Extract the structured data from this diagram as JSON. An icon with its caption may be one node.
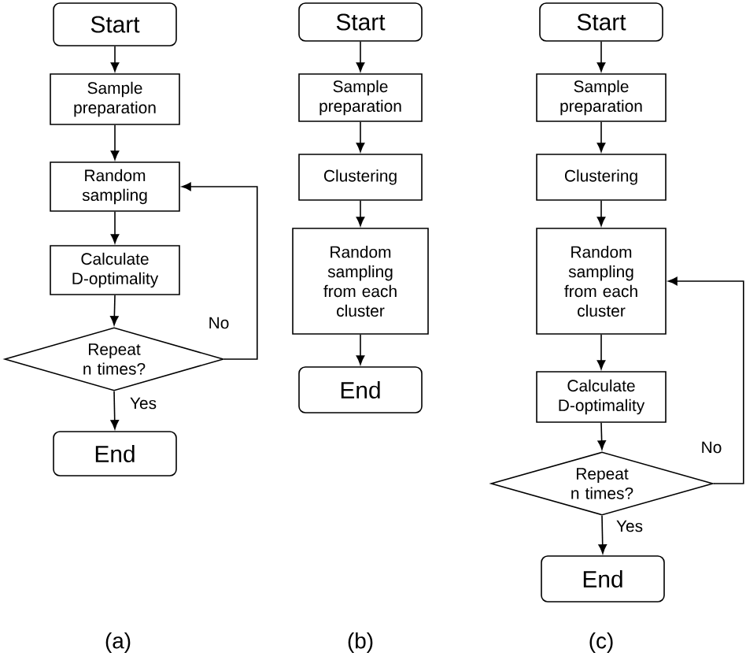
{
  "diagram": {
    "nodes": [
      {
        "text": [
          "Start"
        ]
      },
      {
        "text": [
          "Sample preparation"
        ]
      },
      {
        "text": [
          "Random sampling"
        ]
      },
      {
        "text": [
          "Calculate D-optimality"
        ]
      },
      {
        "text": [
          "Repeat n times?"
        ]
      },
      {
        "text": [
          "End"
        ]
      },
      {
        "text": [
          "Start"
        ]
      },
      {
        "text": [
          "Sample preparation"
        ]
      },
      {
        "text": [
          "Clustering"
        ]
      },
      {
        "text": [
          "Random sampling from each cluster"
        ]
      },
      {
        "text": [
          "End"
        ]
      },
      {
        "text": [
          "Start"
        ]
      },
      {
        "text": [
          "Sample preparation"
        ]
      },
      {
        "text": [
          "Clustering"
        ]
      },
      {
        "text": [
          "Random sampling from each cluster"
        ]
      },
      {
        "text": [
          "Calculate D-optimality"
        ]
      },
      {
        "text": [
          "Repeat n times?"
        ]
      },
      {
        "text": [
          "End"
        ]
      }
    ],
    "edges": [
      {
        "from": 0,
        "to": 1,
        "arrow": "to"
      },
      {
        "from": 1,
        "to": 2,
        "arrow": "to"
      },
      {
        "from": 2,
        "to": 3,
        "arrow": "to"
      },
      {
        "from": 3,
        "to": 4,
        "arrow": "to"
      },
      {
        "from": 4,
        "to": 5,
        "arrow": "to",
        "label": "Yes"
      },
      {
        "from": 4,
        "to": 2,
        "arrow": "to",
        "label": "No"
      },
      {
        "from": 6,
        "to": 7,
        "arrow": "to"
      },
      {
        "from": 7,
        "to": 8,
        "arrow": "to"
      },
      {
        "from": 8,
        "to": 9,
        "arrow": "to"
      },
      {
        "from": 9,
        "to": 10,
        "arrow": "to"
      },
      {
        "from": 11,
        "to": 12,
        "arrow": "to"
      },
      {
        "from": 12,
        "to": 13,
        "arrow": "to"
      },
      {
        "from": 13,
        "to": 14,
        "arrow": "to"
      },
      {
        "from": 14,
        "to": 15,
        "arrow": "to"
      },
      {
        "from": 15,
        "to": 16,
        "arrow": "to"
      },
      {
        "from": 16,
        "to": 17,
        "arrow": "to",
        "label": "Yes"
      },
      {
        "from": 16,
        "to": 14,
        "arrow": "to",
        "label": "No"
      }
    ],
    "labels": [
      "(a)",
      "(b)",
      "(c)"
    ]
  }
}
